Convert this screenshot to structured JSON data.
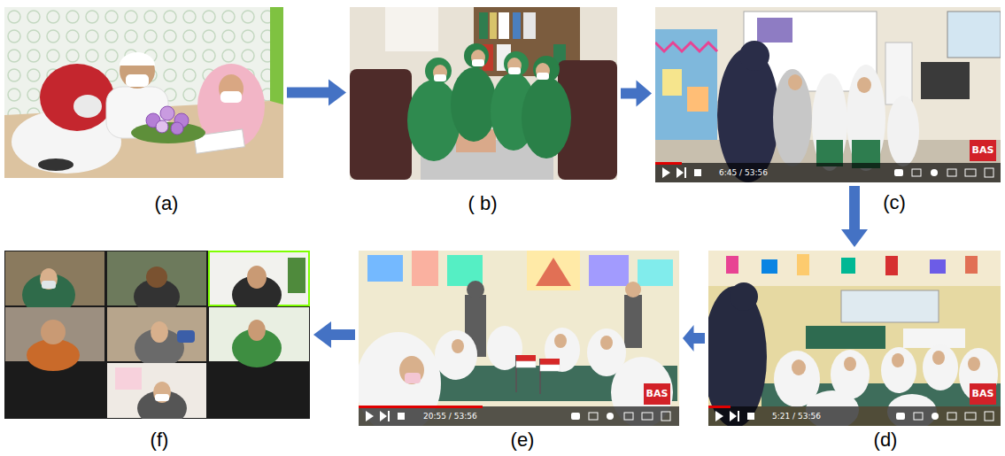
{
  "diagram": {
    "nodes": [
      {
        "text": [
          "(a)"
        ]
      },
      {
        "text": [
          "( b)"
        ]
      },
      {
        "text": [
          "(c)"
        ]
      },
      {
        "text": [
          "(d)"
        ]
      },
      {
        "text": [
          "(e)"
        ]
      },
      {
        "text": [
          "(f)"
        ]
      }
    ],
    "edges": [
      {
        "from": 0,
        "to": 1,
        "arrow": "to"
      },
      {
        "from": 1,
        "to": 2,
        "arrow": "to"
      },
      {
        "from": 2,
        "to": 3,
        "arrow": "to"
      },
      {
        "from": 3,
        "to": 4,
        "arrow": "to"
      },
      {
        "from": 4,
        "to": 5,
        "arrow": "to"
      }
    ],
    "labels": [
      "6:45 / 53:56",
      "BAS",
      "5:21 / 53:56",
      "BAS",
      "20:55 / 53:56",
      "BAS"
    ]
  }
}
